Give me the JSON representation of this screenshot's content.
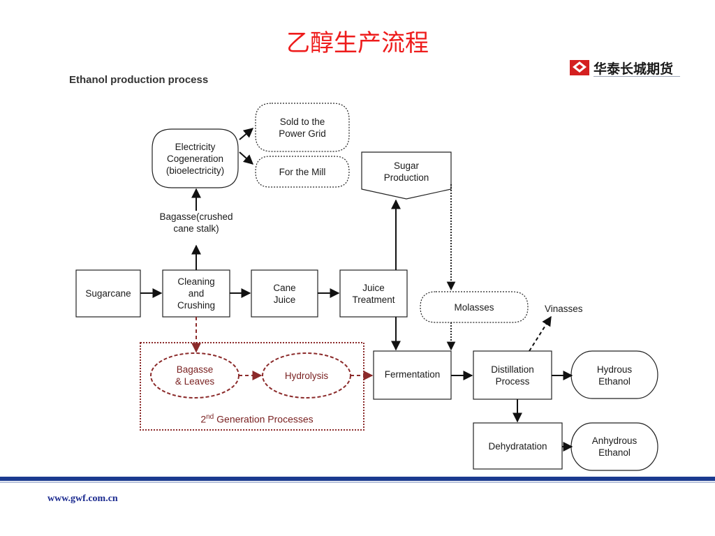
{
  "slide": {
    "title": "乙醇生产流程",
    "brand": "华泰长城期货",
    "footer": "www.gwf.com.cn",
    "colors": {
      "title": "#ee1c1c",
      "footer_bar": "#1b3a8f",
      "second_gen": "#7a2222"
    }
  },
  "diagram": {
    "heading": "Ethanol production process",
    "nodes": {
      "sugarcane": "Sugarcane",
      "cleaning": "Cleaning\nand\nCrushing",
      "cane_juice": "Cane\nJuice",
      "juice_treatment": "Juice\nTreatment",
      "fermentation": "Fermentation",
      "distillation": "Distillation\nProcess",
      "hydrous": "Hydrous\nEthanol",
      "dehydratation": "Dehydratation",
      "anhydrous": "Anhydrous\nEthanol",
      "molasses": "Molasses",
      "sugar_production": "Sugar\nProduction",
      "electricity": "Electricity\nCogeneration\n(bioelectricity)",
      "power_grid": "Sold to the\nPower Grid",
      "for_mill": "For the Mill",
      "bagasse_leaves": "Bagasse\n& Leaves",
      "hydrolysis": "Hydrolysis"
    },
    "labels": {
      "bagasse": "Bagasse(crushed\ncane stalk)",
      "vinasses": "Vinasses",
      "gen2_pre": "2",
      "gen2_sup": "nd",
      "gen2_post": " Generation Processes"
    }
  }
}
